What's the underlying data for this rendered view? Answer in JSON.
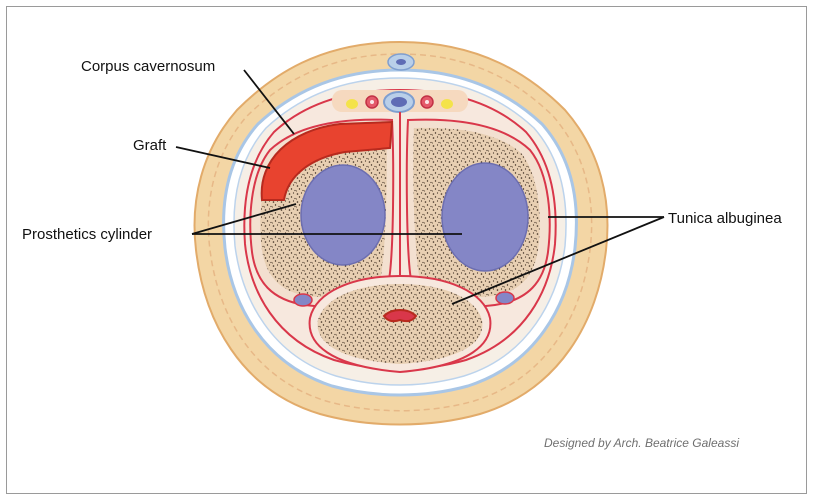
{
  "labels": {
    "corpus_cavernosum": "Corpus cavernosum",
    "graft": "Graft",
    "prosthetics_cylinder": "Prosthetics cylinder",
    "tunica_albuginea": "Tunica albuginea"
  },
  "credit": "Designed by Arch. Beatrice Galeassi",
  "colors": {
    "fat": "#f3d6a5",
    "fat_outline": "#e2ab6a",
    "fascia_blue": "#a9c6e6",
    "tunica_red": "#d9374a",
    "tissue": "#e9d1b6",
    "cylinder": "#8486c6",
    "graft": "#e8432f",
    "nerve_yellow": "#f4e34a",
    "background": "#ffffff"
  }
}
